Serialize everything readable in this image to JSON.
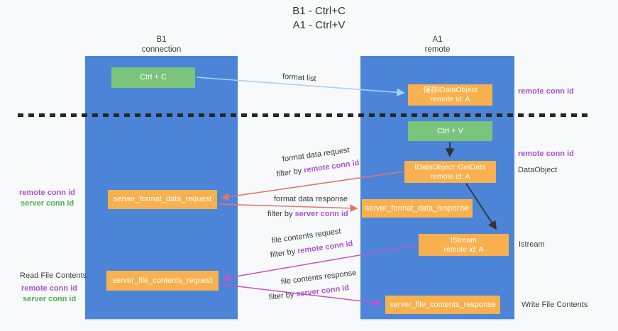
{
  "title": {
    "line1": "B1 - Ctrl+C",
    "line2": "A1 - Ctrl+V"
  },
  "lanes": {
    "left": {
      "title": "B1",
      "subtitle": "connection"
    },
    "right": {
      "title": "A1",
      "subtitle": "remote"
    }
  },
  "boxes": {
    "ctrl_c": {
      "label": "Ctrl + C"
    },
    "ctrl_v": {
      "label": "Ctrl + V"
    },
    "save_dataobject": {
      "line1": "保存IDataObject",
      "line2": "remote id: A"
    },
    "getdata": {
      "line1": "IDataObject::GetData",
      "line2": "remote id: A"
    },
    "istream": {
      "line1": "IStream",
      "line2": "remote id: A"
    },
    "format_request": {
      "label": "server_format_data_request"
    },
    "format_response": {
      "label": "server_format_data_response"
    },
    "file_request": {
      "label": "server_file_contents_request"
    },
    "file_response": {
      "label": "server_file_contents_response"
    }
  },
  "flows": {
    "format_list": "format list",
    "format_data_request": "format data request",
    "format_data_response": "format data response",
    "file_contents_request": "file contents request",
    "file_contents_response": "file contents response",
    "filter_by": "filter by",
    "remote_conn_id": "remote conn id",
    "server_conn_id": "server conn id"
  },
  "annotations": {
    "right": {
      "remote_conn_id_1": "remote conn id",
      "remote_conn_id_2": "remote conn id",
      "dataobject": "DataObject",
      "istream": "Istream",
      "write_file_contents": "Write File Contents"
    },
    "left": {
      "remote_conn_id_1": "remote conn id",
      "server_conn_id_1": "server conn id",
      "read_file_contents": "Read File Contents",
      "remote_conn_id_2": "remote conn id",
      "server_conn_id_2": "server conn id"
    }
  },
  "colors": {
    "lane_blue": "#4c85d8",
    "box_orange": "#f9b04e",
    "box_green": "#7ac47c",
    "arrow_light_blue": "#a9d2f0",
    "arrow_red": "#e57373",
    "arrow_magenta": "#c653c6",
    "arrow_black": "#333333",
    "text_purple": "#a855cc",
    "text_green": "#4fae52"
  }
}
